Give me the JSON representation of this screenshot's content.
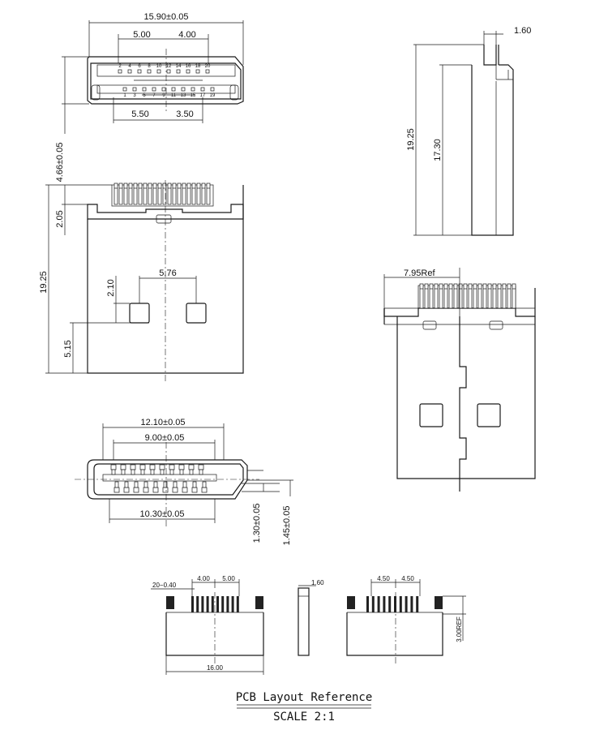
{
  "dims": {
    "v1_width": "15.90±0.05",
    "v1_left_top": "5.00",
    "v1_right_top": "4.00",
    "v1_left_bot": "5.50",
    "v1_right_bot": "3.50",
    "v1_height": "4.66±0.05",
    "v1_pins_top": [
      "2",
      "4",
      "6",
      "8",
      "10",
      "12",
      "14",
      "16",
      "18",
      "20"
    ],
    "v1_pins_bot": [
      "1",
      "3",
      "5",
      "7",
      "9",
      "11",
      "13",
      "15",
      "17",
      "19"
    ],
    "v2_length": "19.25",
    "v2_top": "2.05",
    "v2_gap": "5.76",
    "v2_hole": "2.10",
    "v2_bottom": "5.15",
    "v3_thk": "1.60",
    "v3_length": "19.25",
    "v3_inner": "17.30",
    "v4_ref": "7.95Ref",
    "v5_outer": "12.10±0.05",
    "v5_inner": "9.00±0.05",
    "v5_bottom": "10.30±0.05",
    "v5_h1": "1.30±0.05",
    "v5_h2": "1.45±0.05",
    "p1_pitch": "20−0.40",
    "p1_left": "4.00",
    "p1_right": "5.00",
    "p1_width": "16.00",
    "p2_thk": "1.60",
    "p3_left": "4.50",
    "p3_right": "4.50",
    "p3_ref": "3.00REF"
  },
  "caption": {
    "title": "PCB Layout Reference",
    "scale": "SCALE 2:1"
  }
}
